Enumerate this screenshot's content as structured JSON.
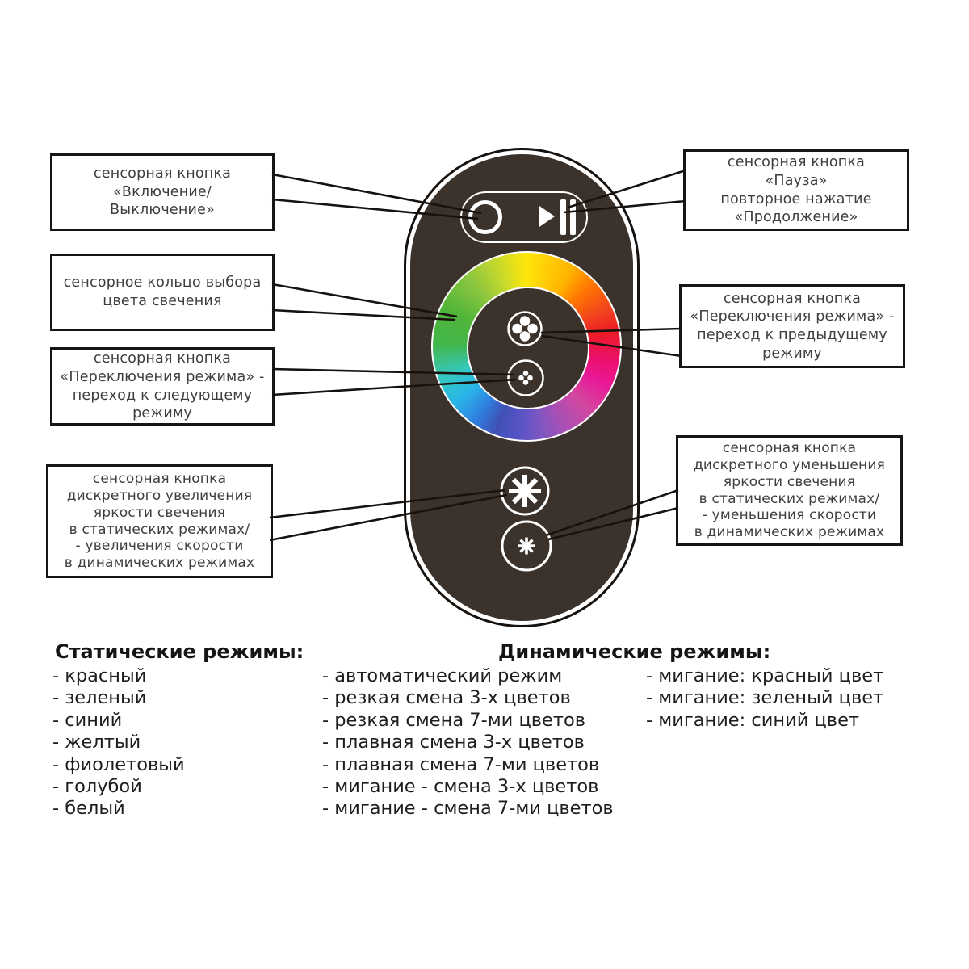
{
  "colors": {
    "remote_body": "#3a322b",
    "remote_outline": "#17120e",
    "callout_border": "#161616",
    "callout_text": "#3e3e3e",
    "list_text": "#1e1e1e",
    "ring_colors": [
      "#ffe60a",
      "#ff7a00",
      "#ed1c24",
      "#ec0f6e",
      "#a94fb5",
      "#3f51b5",
      "#29b6e8",
      "#43b649",
      "#8cc63f"
    ]
  },
  "icons": {
    "power": "circle-ring",
    "play_pause": "play-pause-glyph",
    "prev_mode": "four-dots-cluster",
    "next_mode": "four-small-dots-cluster",
    "brightness_up": "large-asterisk",
    "brightness_down": "small-asterisk"
  },
  "callouts": {
    "power": {
      "lines": [
        "сенсорная кнопка",
        "«Включение/",
        "Выключение»"
      ]
    },
    "pause": {
      "lines": [
        "сенсорная кнопка",
        "«Пауза»",
        "повторное нажатие",
        "«Продолжение»"
      ]
    },
    "ring": {
      "lines": [
        "сенсорное кольцо выбора",
        "цвета свечения"
      ]
    },
    "next_mode": {
      "lines": [
        "сенсорная кнопка",
        "«Переключения режима» -",
        "переход к следующему",
        "режиму"
      ]
    },
    "prev_mode": {
      "lines": [
        "сенсорная кнопка",
        "«Переключения режима» -",
        "переход к предыдущему",
        "режиму"
      ]
    },
    "brightness_up": {
      "lines": [
        "сенсорная кнопка",
        "дискретного увеличения",
        "яркости свечения",
        "в статических режимах/",
        "- увеличения скорости",
        "в динамических режимах"
      ]
    },
    "brightness_down": {
      "lines": [
        "сенсорная кнопка",
        "дискретного уменьшения",
        "яркости свечения",
        "в статических режимах/",
        "- уменьшения скорости",
        "в динамических режимах"
      ]
    }
  },
  "modes": {
    "static": {
      "header": "Статические режимы:",
      "items": [
        "- красный",
        "- зеленый",
        "- синий",
        "- желтый",
        "- фиолетовый",
        "- голубой",
        "- белый"
      ]
    },
    "dynamic": {
      "header": "Динамические режимы:",
      "items_col1": [
        "- автоматический режим",
        "- резкая смена 3-х цветов",
        "- резкая смена 7-ми цветов",
        "- плавная смена 3-х цветов",
        "- плавная смена 7-ми цветов",
        "- мигание - смена 3-х цветов",
        "- мигание - смена 7-ми цветов"
      ],
      "items_col2": [
        "- мигание: красный цвет",
        "- мигание: зеленый цвет",
        "- мигание: синий цвет"
      ]
    }
  }
}
